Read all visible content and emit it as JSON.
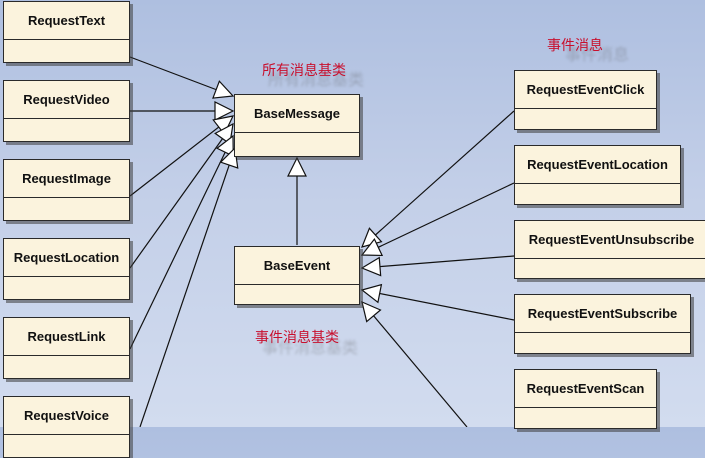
{
  "notes": {
    "base_message_label": "所有消息基类",
    "event_message_label": "事件消息",
    "base_event_label": "事件消息基类"
  },
  "classes": {
    "request_text": "RequestText",
    "request_video": "RequestVideo",
    "request_image": "RequestImage",
    "request_location": "RequestLocation",
    "request_link": "RequestLink",
    "request_voice": "RequestVoice",
    "base_message": "BaseMessage",
    "base_event": "BaseEvent",
    "request_event_click": "RequestEventClick",
    "request_event_location": "RequestEventLocation",
    "request_event_unsubscribe": "RequestEventUnsubscribe",
    "request_event_subscribe": "RequestEventSubscribe",
    "request_event_scan": "RequestEventScan"
  },
  "colors": {
    "class_fill": "#fbf3dd",
    "note_text": "#c8102e"
  }
}
